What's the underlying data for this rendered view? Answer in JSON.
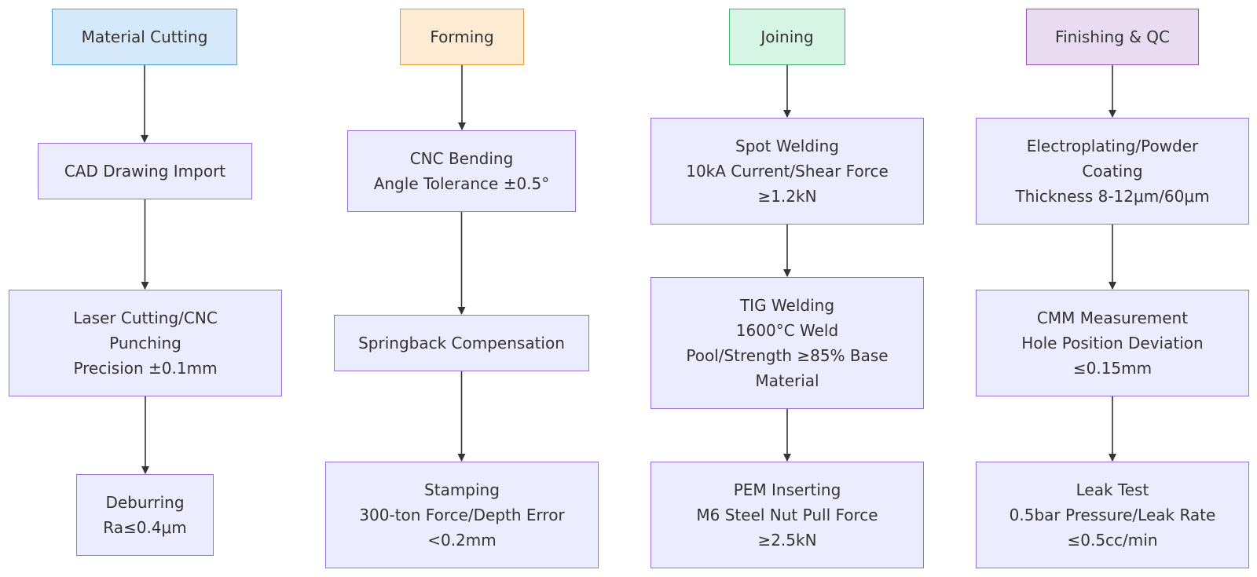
{
  "colors": {
    "step_fill": "#ECECFF",
    "step_border": "#9370DB",
    "arrow": "#333333",
    "text": "#333333"
  },
  "columns": [
    {
      "header": {
        "label": "Material Cutting",
        "fill": "#D6E9FB",
        "border": "#4A9FD8"
      },
      "steps": [
        {
          "text": "CAD Drawing Import"
        },
        {
          "text": "Laser Cutting/CNC\nPunching\nPrecision ±0.1mm"
        },
        {
          "text": "Deburring\nRa≤0.4μm"
        }
      ]
    },
    {
      "header": {
        "label": "Forming",
        "fill": "#FDEBD3",
        "border": "#E59A3A"
      },
      "steps": [
        {
          "text": "CNC Bending\nAngle Tolerance ±0.5°"
        },
        {
          "text": "Springback Compensation"
        },
        {
          "text": "Stamping\n300-ton Force/Depth Error\n<0.2mm"
        }
      ]
    },
    {
      "header": {
        "label": "Joining",
        "fill": "#D6F5E4",
        "border": "#3DB56F"
      },
      "steps": [
        {
          "text": "Spot Welding\n10kA Current/Shear Force\n≥1.2kN"
        },
        {
          "text": "TIG Welding\n1600°C Weld\nPool/Strength ≥85% Base\nMaterial"
        },
        {
          "text": "PEM Inserting\nM6 Steel Nut Pull Force\n≥2.5kN"
        }
      ]
    },
    {
      "header": {
        "label": "Finishing & QC",
        "fill": "#EADCF0",
        "border": "#A050B8"
      },
      "steps": [
        {
          "text": "Electroplating/Powder\nCoating\nThickness 8-12μm/60μm"
        },
        {
          "text": "CMM Measurement\nHole Position Deviation\n≤0.15mm"
        },
        {
          "text": "Leak Test\n0.5bar Pressure/Leak Rate\n≤0.5cc/min"
        }
      ]
    }
  ]
}
